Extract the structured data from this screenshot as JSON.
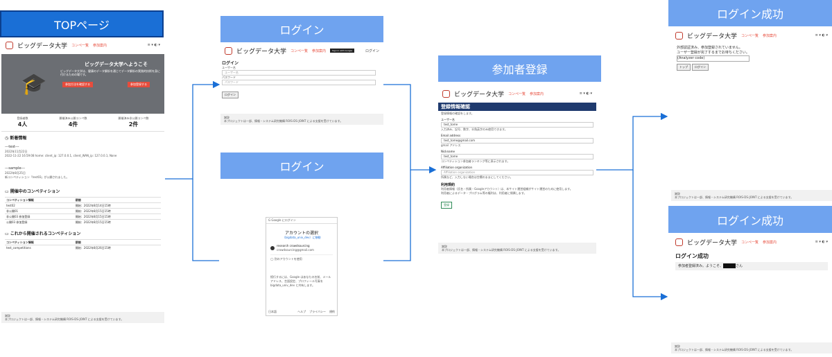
{
  "banners": {
    "top": "TOPページ",
    "login1": "ログイン",
    "login2": "ログイン",
    "register": "参加者登録",
    "success1": "ログイン成功",
    "success2": "ログイン成功"
  },
  "site": {
    "brand": "ビッグデータ大学",
    "nav_competitions": "コンペ一覧",
    "nav_guide": "参加案内",
    "login_link": "ログイン",
    "footer_title": "謝辞",
    "footer_text": "本プロジェクトは一部、情報・システム研究機構 ROIS-DS-JOINT による支援を受けています。"
  },
  "top_page": {
    "hero_title": "ビッグデータ大学へようこそ",
    "hero_text": "ビッグデータ大学は、健康のデータ解析を通じてデータ解析の実践的技術を身に付けるための場です。",
    "hero_btn1": "参加方法を確認する",
    "hero_btn2": "参加登録する",
    "stats": [
      {
        "label": "登録者数",
        "value": "4人"
      },
      {
        "label": "開催済み公開コンペ数",
        "value": "4件"
      },
      {
        "label": "開催済み非公開コンペ数",
        "value": "2件"
      }
    ],
    "news_heading": "新着情報",
    "news": [
      {
        "title": "---test---",
        "date": "2022年11月22日",
        "body": "2022-11-22 16:59:08 home: client_ip: 127.0.0.1, client_WAN_ip: 127.0.0.1, None"
      },
      {
        "title": "---sample---",
        "date": "2022年8月25日",
        "body": "新コンペティション「test03」が公開されました。"
      }
    ],
    "ongoing_heading": "開催中のコンペティション",
    "table_col1": "コンペティション情報",
    "table_col2": "期間",
    "ongoing_rows": [
      {
        "name": "test02",
        "period": "開始：2022年8月14日15時"
      },
      {
        "name": "非公開01",
        "period": "開始：2022年8月15日15時"
      },
      {
        "name": "非公開03 参加登録",
        "period": "開始：2022年8月15日15時"
      },
      {
        "name": "公開03 参加登録",
        "period": "開始：2022年8月15日15時"
      }
    ],
    "upcoming_heading": "これから開催されるコンペティション",
    "upcoming_rows": [
      {
        "name": "test_competitions",
        "period": "開始：2022年8月26日15時"
      }
    ]
  },
  "login_form": {
    "title": "ログイン",
    "user_label": "ユーザー名",
    "user_placeholder": "ユーザー名",
    "pass_label": "パスワード",
    "pass_placeholder": "パスワード",
    "submit": "ログイン",
    "google_btn": "Sign in with Google"
  },
  "google": {
    "header": "Google にログイン",
    "title": "アカウントの選択",
    "subtitle": "（bigdata_univ_dev）に移動",
    "account_name": "research crowdsourcing",
    "account_email": "crowdsourcing@gmail.com",
    "other_account": "別のアカウントを使用",
    "notice": "続行するには、Google はあなたの名前、メールアドレス、言語設定、プロフィール写真を bigdata_univ_dev と共有します。",
    "lang": "日本語",
    "help": "ヘルプ",
    "privacy": "プライバシー",
    "terms": "規約"
  },
  "register": {
    "title": "登録情報確認",
    "intro": "登録情報の確認をします。",
    "user_label": "ユーザー名",
    "user_value": "test_tome",
    "user_hint": "入力済み、記号、数字、半角英字のみ使用できます。",
    "email_label": "Email address",
    "email_value": "test_tome@gmail.com",
    "email_hint": "gmail アドレス",
    "nick_label": "Nickname",
    "nick_value": "test_tome",
    "nick_hint": "コンペティション参加者ランキング等に表示されます。",
    "aff_label": "Affiliation organization",
    "aff_placeholder": "Affiliation organization",
    "aff_hint": "所属など、入力しない場合は空欄のままにしてください。",
    "terms_heading": "利用規約",
    "terms_1": "利用者情報（氏名・所属・Googleアカウント）は、本サイト運営組織がサイト運営のために使用します。",
    "terms_2": "利用者によるデータ・プログラム等の権利は、利用者に帰属します。",
    "submit": "登録"
  },
  "success": {
    "line1": "外部認証済み、参加登録されていません。",
    "line2": "ユーザー登録が完了するまでお待ちください。",
    "line3": "(Analyzer code)",
    "btn_top": "トップ",
    "btn_login": "ログイン",
    "title": "ログイン成功",
    "welcome_prefix": "参加者登録済み。ようこそ、",
    "welcome_suffix": "さん"
  },
  "colors": {
    "banner": "#6fa3ef",
    "banner_top": "#1a6fd6",
    "arrow": "#1a6fd6",
    "accent": "#e74c3c"
  }
}
